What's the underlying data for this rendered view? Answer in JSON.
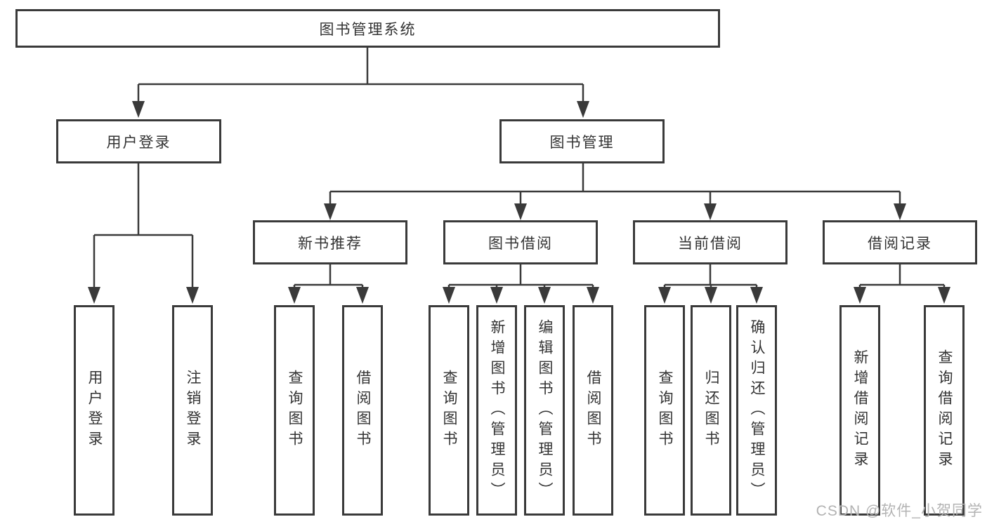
{
  "diagram": {
    "root": {
      "label": "图书管理系统"
    },
    "branches": [
      {
        "label": "用户登录",
        "children": [
          {
            "label": "用户登录"
          },
          {
            "label": "注销登录"
          }
        ]
      },
      {
        "label": "图书管理",
        "children": [
          {
            "label": "新书推荐",
            "children": [
              {
                "label": "查询图书"
              },
              {
                "label": "借阅图书"
              }
            ]
          },
          {
            "label": "图书借阅",
            "children": [
              {
                "label": "查询图书"
              },
              {
                "label": "新增图书（管理员）"
              },
              {
                "label": "编辑图书（管理员）"
              },
              {
                "label": "借阅图书"
              }
            ]
          },
          {
            "label": "当前借阅",
            "children": [
              {
                "label": "查询图书"
              },
              {
                "label": "归还图书"
              },
              {
                "label": "确认归还（管理员）"
              }
            ]
          },
          {
            "label": "借阅记录",
            "children": [
              {
                "label": "新增借阅记录"
              },
              {
                "label": "查询借阅记录"
              }
            ]
          }
        ]
      }
    ]
  },
  "watermark": {
    "text": "CSDN @软件_小贺同学"
  },
  "colors": {
    "line": "#3a3a3a",
    "text": "#333333",
    "watermark": "#b3b3b3",
    "background": "#ffffff"
  }
}
